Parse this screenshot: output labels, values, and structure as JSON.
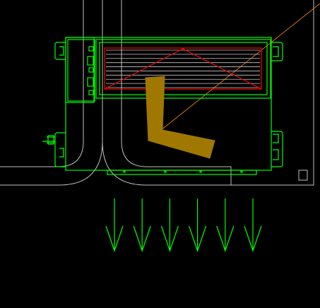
{
  "app": {
    "view": "cad-viewport",
    "background": "#000000"
  },
  "colors": {
    "frame": "#00ff00",
    "outline": "#c0c0c0",
    "heater_element": "#ff0000",
    "heater_fins": "#c8c8c8",
    "door_swing": "#a07800",
    "diagonal_guide": "#ff8c00",
    "arrow": "#00ff00",
    "selection_box": "#c0c0c0"
  },
  "arrows": {
    "count": 6,
    "direction": "down"
  },
  "heater": {
    "fin_count": 10
  },
  "icons": {
    "left_bracket": "bracket-icon",
    "right_bracket": "bracket-icon",
    "view_cube": "square-icon"
  }
}
